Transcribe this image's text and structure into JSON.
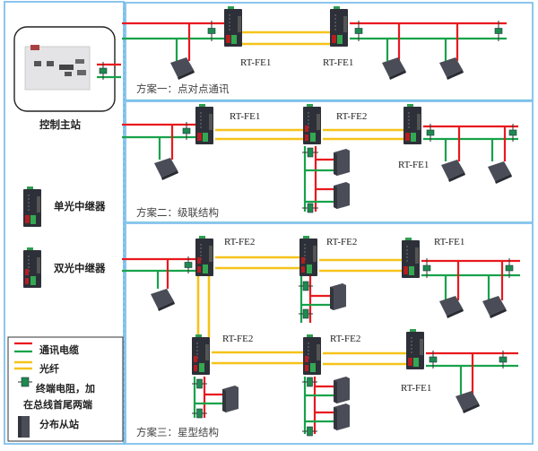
{
  "colors": {
    "comm_red": "#e8191e",
    "comm_green": "#17a24a",
    "fiber": "#f6c31a",
    "resistor": "#1e8a4e",
    "frame": "#8cc6ee",
    "dashed": "#5bb8e0",
    "device": "#2d3038",
    "slave": "#4a4d57"
  },
  "left_panel": {
    "master_label": "控制主站",
    "single_repeater_label": "单光中继器",
    "dual_repeater_label": "双光中继器"
  },
  "legend": {
    "cable_label": "通讯电缆",
    "fiber_label": "光纤",
    "resistor_label_1": "终端电阻，加",
    "resistor_label_2": "在总线首尾两端",
    "slave_label": "分布从站"
  },
  "schemes": [
    {
      "caption": "方案一：点对点通讯",
      "device_labels": [
        "RT-FE1",
        "RT-FE1"
      ]
    },
    {
      "caption": "方案二：级联结构",
      "device_labels": [
        "RT-FE1",
        "RT-FE2",
        "RT-FE1"
      ]
    },
    {
      "caption": "方案三：星型结构",
      "device_labels": [
        "RT-FE2",
        "RT-FE2",
        "RT-FE1",
        "RT-FE2",
        "RT-FE2",
        "RT-FE1"
      ]
    }
  ]
}
